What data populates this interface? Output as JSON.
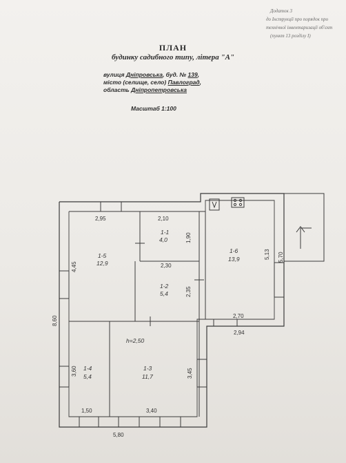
{
  "appendix": {
    "line1": "Додаток 3",
    "line2": "до Інструкції про порядок про",
    "line3": "технічної інвентаризації об'єкт",
    "line4": "(пункт 13 розділу I)"
  },
  "header": {
    "title": "ПЛАН",
    "subtitle": "будинку садибного типу, літера \"А\""
  },
  "address": {
    "street_label": "вулиця",
    "street": "Дніпровська",
    "building_label": "буд. №",
    "building": "139",
    "city_label": "місто (селище, село)",
    "city": "Павлоград",
    "region_label": "область",
    "region": "Дніпропетровська"
  },
  "scale": "Масштаб 1:100",
  "plan": {
    "rooms": [
      {
        "id": "1-1",
        "area": "4,0"
      },
      {
        "id": "1-2",
        "area": "5,4"
      },
      {
        "id": "1-3",
        "area": "11,7"
      },
      {
        "id": "1-4",
        "area": "5,4"
      },
      {
        "id": "1-5",
        "area": "12,9"
      },
      {
        "id": "1-6",
        "area": "13,9"
      }
    ],
    "height_note": "h=2,50",
    "dimensions": {
      "d295": "2,95",
      "d210": "2,10",
      "d190": "1,90",
      "d445": "4,45",
      "d230": "2,30",
      "d235": "2,35",
      "d513": "5,13",
      "d570": "5,70",
      "d270": "2,70",
      "d294": "2,94",
      "d860": "8,60",
      "d360": "3,60",
      "d345": "3,45",
      "d150": "1,50",
      "d340": "3,40",
      "d580": "5,80"
    }
  }
}
